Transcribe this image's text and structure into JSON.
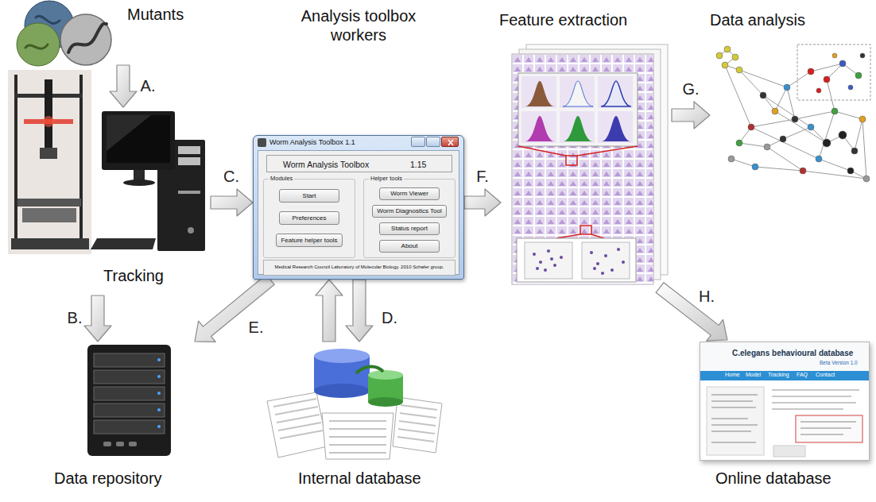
{
  "diagram": {
    "nodes": [
      {
        "text": [
          "Mutants"
        ]
      },
      {
        "text": [
          "Tracking"
        ]
      },
      {
        "text": [
          "Analysis toolbox workers"
        ]
      },
      {
        "text": [
          "Worm Analysis Toolbox 1.1"
        ],
        "in": 2
      },
      {
        "text": [
          "Worm Analysis Toolbox",
          "1.15"
        ],
        "in": 3
      },
      {
        "text": [
          "Modules"
        ],
        "in": 3
      },
      {
        "text": [
          "Start"
        ],
        "in": 5
      },
      {
        "text": [
          "Preferences"
        ],
        "in": 5
      },
      {
        "text": [
          "Feature helper tools"
        ],
        "in": 5
      },
      {
        "text": [
          "Helper tools"
        ],
        "in": 3
      },
      {
        "text": [
          "Worm Viewer"
        ],
        "in": 9
      },
      {
        "text": [
          "Worm Diagnostics Tool"
        ],
        "in": 9
      },
      {
        "text": [
          "Status report"
        ],
        "in": 9
      },
      {
        "text": [
          "About"
        ],
        "in": 9
      },
      {
        "text": [
          "Medical Research Council Laboratory of Molecular Biology. 2010 Schafer group."
        ],
        "in": 3
      },
      {
        "text": [
          "Feature extraction"
        ]
      },
      {
        "text": [
          "Data analysis"
        ]
      },
      {
        "text": [
          "Data repository"
        ]
      },
      {
        "text": [
          "Internal database"
        ]
      },
      {
        "text": [
          "Online database"
        ]
      },
      {
        "text": [
          "C.elegans behavioural database",
          "Beta Version 1.0"
        ],
        "in": 19
      }
    ],
    "edges": [
      {
        "from": 0,
        "to": 1,
        "arrow": "to",
        "label": "A."
      },
      {
        "from": 1,
        "to": 17,
        "arrow": "to",
        "label": "B."
      },
      {
        "from": 1,
        "to": 2,
        "arrow": "to",
        "label": "C."
      },
      {
        "from": 18,
        "to": 2,
        "arrow": "to"
      },
      {
        "from": 2,
        "to": 18,
        "arrow": "to",
        "label": "D."
      },
      {
        "from": 2,
        "to": 17,
        "arrow": "to",
        "label": "E."
      },
      {
        "from": 2,
        "to": 15,
        "arrow": "to",
        "label": "F."
      },
      {
        "from": 15,
        "to": 16,
        "arrow": "to",
        "label": "G."
      },
      {
        "from": 15,
        "to": 19,
        "arrow": "to",
        "label": "H."
      }
    ],
    "labels": [
      "Home",
      "Model",
      "Tracking",
      "FAQ",
      "Contact"
    ]
  }
}
